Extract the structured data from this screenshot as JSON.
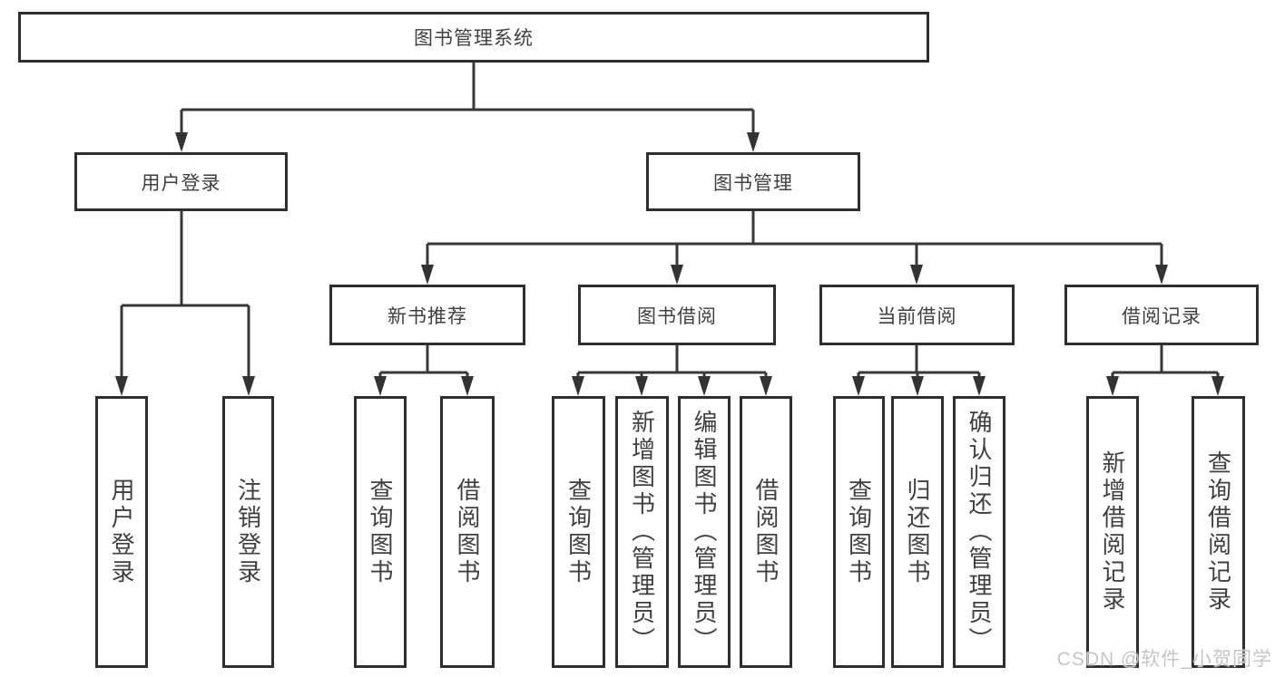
{
  "diagram": {
    "root": {
      "label": "图书管理系统"
    },
    "level2": [
      {
        "label": "用户登录"
      },
      {
        "label": "图书管理"
      }
    ],
    "level3": [
      {
        "label": "新书推荐"
      },
      {
        "label": "图书借阅"
      },
      {
        "label": "当前借阅"
      },
      {
        "label": "借阅记录"
      }
    ],
    "leaves": {
      "user_login": [
        "用户登录",
        "注销登录"
      ],
      "new_book_recommend": [
        "查询图书",
        "借阅图书"
      ],
      "book_borrowing": [
        "查询图书",
        "新增图书（管理员）",
        "编辑图书（管理员）",
        "借阅图书"
      ],
      "current_borrowing": [
        "查询图书",
        "归还图书",
        "确认归还（管理员）"
      ],
      "borrowing_records": [
        "新增借阅记录",
        "查询借阅记录"
      ]
    }
  },
  "watermark": "CSDN @软件_小贺同学",
  "colors": {
    "line": "#383838",
    "border": "#2e2e2e",
    "text": "#404040",
    "watermark": "#c6c6c6"
  }
}
